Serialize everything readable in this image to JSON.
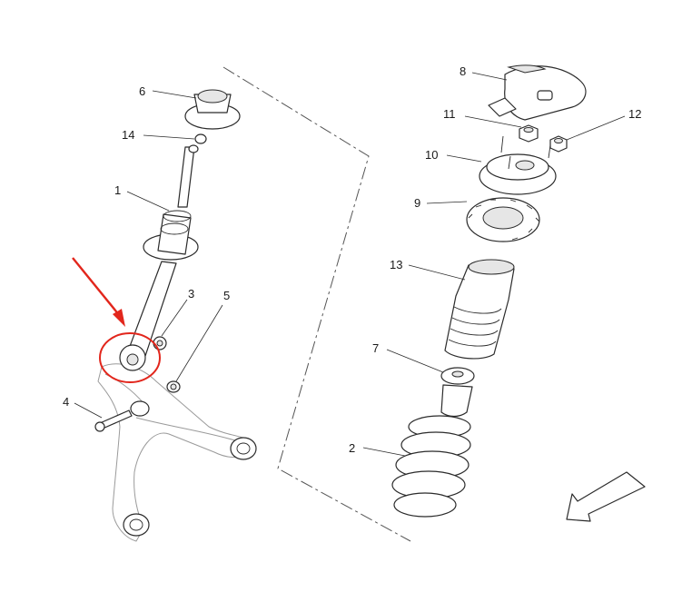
{
  "callouts": {
    "c1": "1",
    "c2": "2",
    "c3": "3",
    "c4": "4",
    "c5": "5",
    "c6": "6",
    "c7": "7",
    "c8": "8",
    "c9": "9",
    "c10": "10",
    "c11": "11",
    "c12": "12",
    "c13": "13",
    "c14": "14"
  },
  "colors": {
    "highlight": "#e2261c",
    "line": "#2b2b2b",
    "arm": "#9a9a9a"
  },
  "highlighted_part": "3",
  "icons": [
    "direction-arrow-icon",
    "highlight-arrow-icon",
    "highlight-circle-icon"
  ]
}
